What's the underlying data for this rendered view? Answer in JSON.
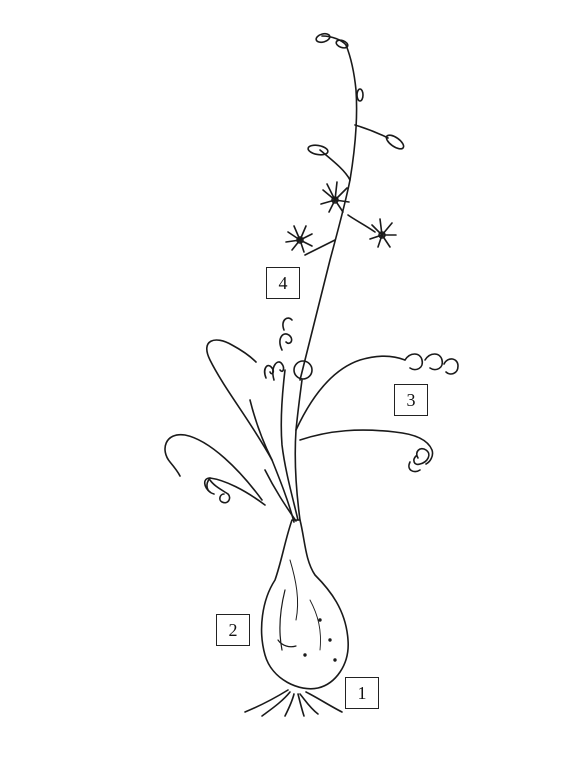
{
  "labels": [
    {
      "id": "1",
      "text": "1"
    },
    {
      "id": "2",
      "text": "2"
    },
    {
      "id": "3",
      "text": "3"
    },
    {
      "id": "4",
      "text": "4"
    }
  ],
  "colors": {
    "ink": "#1a1a1a",
    "background": "#ffffff"
  }
}
